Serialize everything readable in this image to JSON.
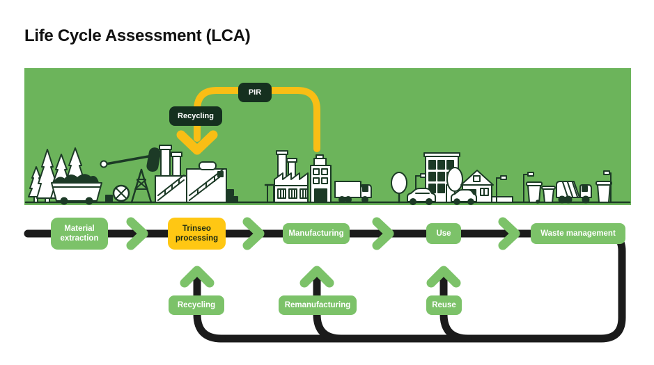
{
  "title": "Life Cycle Assessment (LCA)",
  "colors": {
    "banner-green": "#6CB45B",
    "box-green": "#7CC269",
    "badge-dark": "#15301F",
    "arc-yellow": "#F9BE15",
    "box-yellow": "#FFC713",
    "line-black": "#1B1B1B",
    "outline-green": "#1C3A26",
    "title-black": "#111111",
    "trinseo-text": "#1D2B12",
    "white": "#FFFFFF"
  },
  "flow": {
    "stages": [
      {
        "label": "Material extraction",
        "variant": "green"
      },
      {
        "label": "Trinseo processing",
        "variant": "yellow"
      },
      {
        "label": "Manufacturing",
        "variant": "green"
      },
      {
        "label": "Use",
        "variant": "green"
      },
      {
        "label": "Waste management",
        "variant": "green"
      }
    ]
  },
  "loops": {
    "top": {
      "recycling_label": "Recycling",
      "pir_label": "PIR"
    },
    "bottom": [
      {
        "label": "Recycling"
      },
      {
        "label": "Remanufacturing"
      },
      {
        "label": "Reuse"
      }
    ]
  }
}
